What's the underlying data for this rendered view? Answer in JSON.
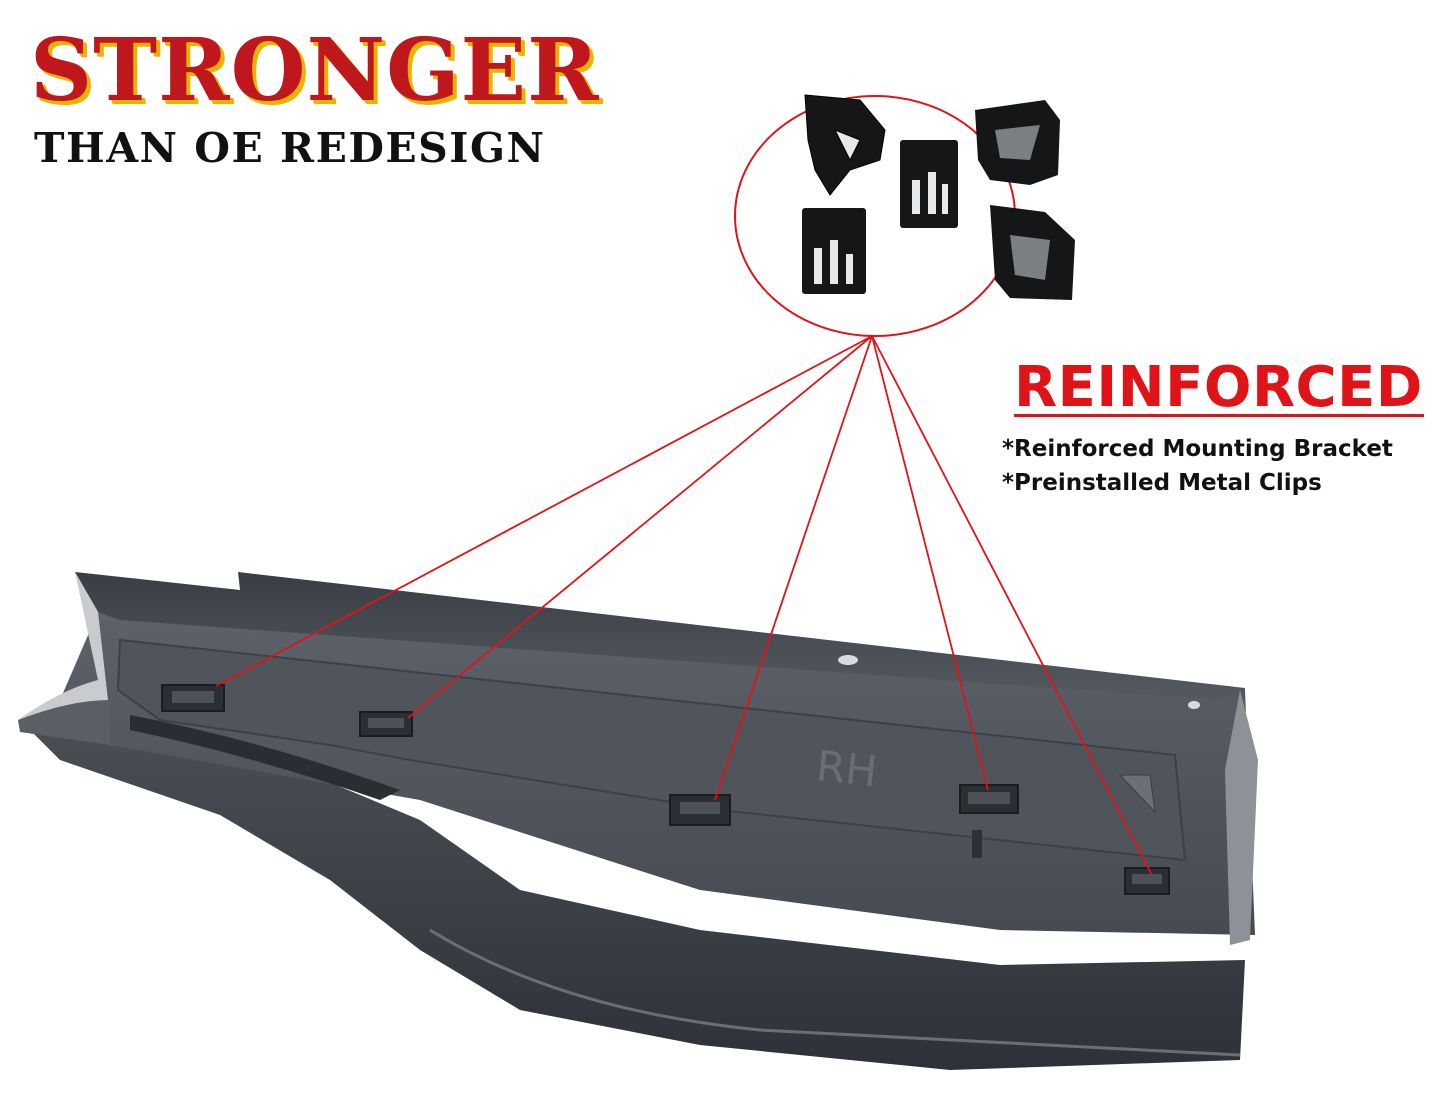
{
  "headline": "STRONGER",
  "subheadline": "THAN OE REDESIGN",
  "feature": {
    "title": "REINFORCED",
    "items": [
      "*Reinforced Mounting Bracket",
      "*Preinstalled Metal Clips"
    ]
  },
  "part_marking": "RH",
  "colors": {
    "headline": "#c0171d",
    "headline_shadow": "#e9b400",
    "accent_red": "#e01418",
    "text_dark": "#111111",
    "part_body": "#3d4148"
  }
}
